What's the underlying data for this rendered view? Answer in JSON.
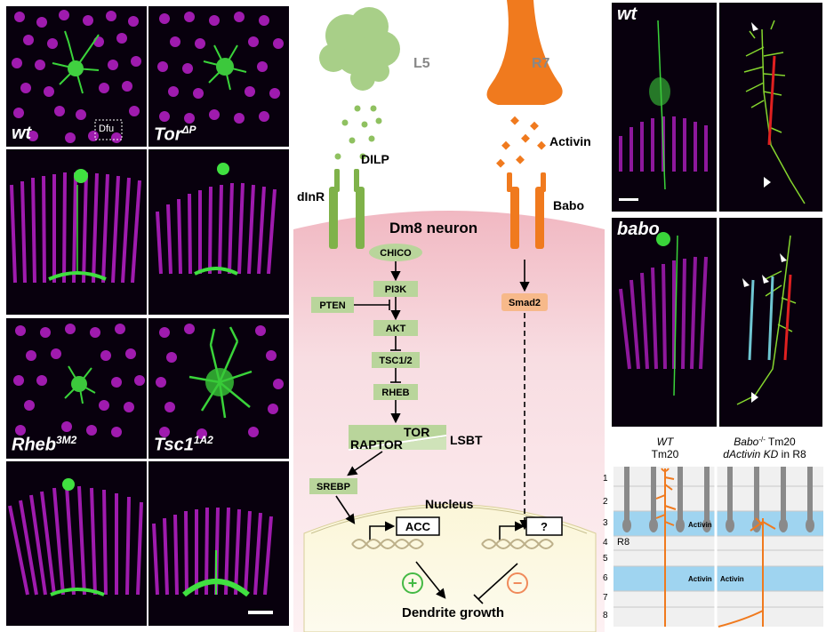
{
  "panels_left": {
    "wt": "wt",
    "tor_base": "Tor",
    "tor_sup": "ΔP",
    "dfu": "Dfu",
    "rheb_base": "Rheb",
    "rheb_sup": "3M2",
    "tsc_base": "Tsc1",
    "tsc_sup": "1A2"
  },
  "pathway": {
    "l5": "L5",
    "r7": "R7",
    "dilp": "DILP",
    "activin": "Activin",
    "dinr": "dInR",
    "babo": "Babo",
    "neuron": "Dm8 neuron",
    "chico": "CHICO",
    "pi3k": "PI3K",
    "pten": "PTEN",
    "akt": "AKT",
    "tsc12": "TSC1/2",
    "rheb": "RHEB",
    "tor": "TOR",
    "raptor": "RAPTOR",
    "lsbt": "LSBT",
    "srebp": "SREBP",
    "smad2": "Smad2",
    "nucleus": "Nucleus",
    "acc": "ACC",
    "unknown": "?",
    "plus": "+",
    "minus": "−",
    "growth": "Dendrite growth"
  },
  "panels_right": {
    "wt": "wt",
    "babo": "babo"
  },
  "schematic": {
    "left_title1": "WT",
    "left_title2": "Tm20",
    "right_title1_base": "Babo",
    "right_title1_sup": "-/-",
    "right_title1_rest": " Tm20",
    "right_title2_it": "dActivin KD",
    "right_title2_rest": " in R8",
    "layers": [
      "1",
      "2",
      "3",
      "4",
      "5",
      "6",
      "7",
      "8"
    ],
    "r8": "R8",
    "activin": "Activin",
    "colors": {
      "activin_band": "#7cc8ef",
      "tm20": "#f07a1e",
      "photoreceptor": "#8a8a8a"
    }
  },
  "colors": {
    "magenta": "#c020d0",
    "green": "#30d030",
    "l5": "#a8cf88",
    "r7": "#f07a1e",
    "box": "#b9d59b"
  }
}
